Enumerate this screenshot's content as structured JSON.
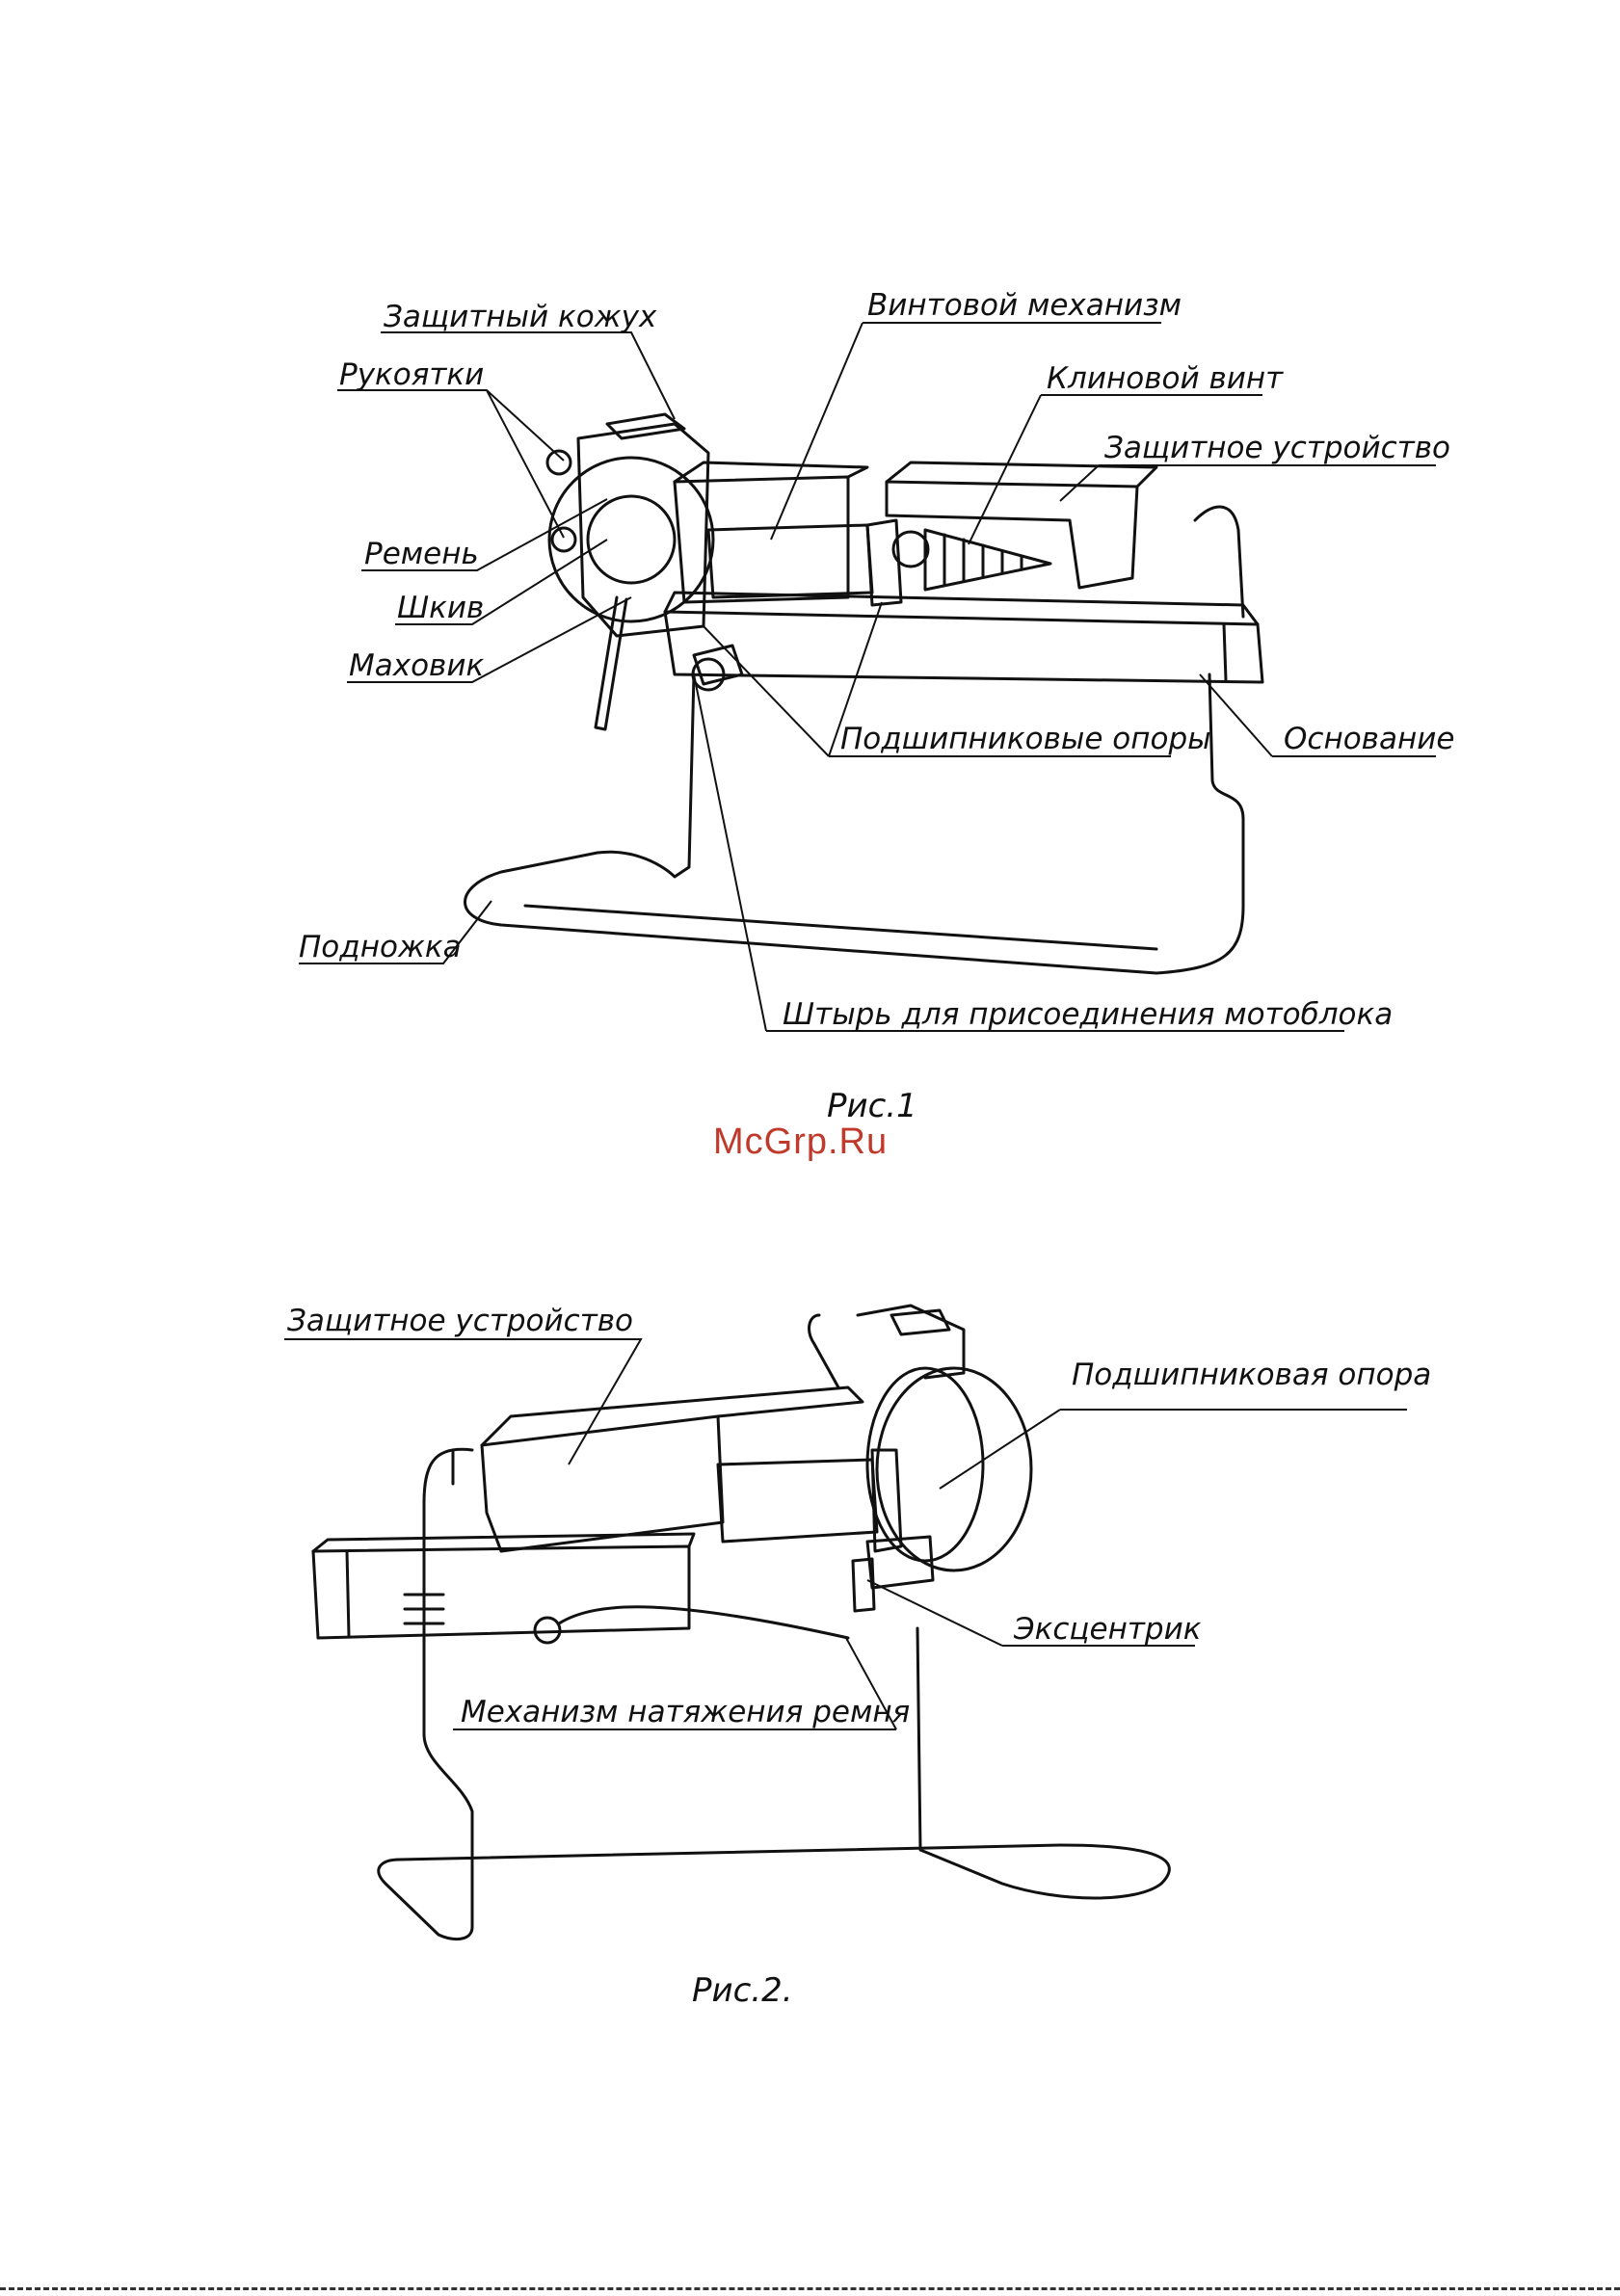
{
  "figure1": {
    "caption": "Рис.1",
    "labels": {
      "protective_casing": "Защитный кожух",
      "handles": "Рукоятки",
      "belt": "Ремень",
      "pulley": "Шкив",
      "flywheel": "Маховик",
      "screw_mechanism": "Винтовой механизм",
      "wedge_screw": "Клиновой винт",
      "protective_device": "Защитное устройство",
      "bearing_supports": "Подшипниковые опоры",
      "base": "Основание",
      "footrest": "Подножка",
      "pin": "Штырь для присоединения мотоблока"
    }
  },
  "watermark": {
    "text": "McGrp.Ru",
    "color": "#c0392b"
  },
  "figure2": {
    "caption": "Рис.2.",
    "labels": {
      "protective_device": "Защитное устройство",
      "bearing_support": "Подшипниковая опора",
      "eccentric": "Эксцентрик",
      "belt_tension": "Механизм натяжения ремня"
    }
  }
}
